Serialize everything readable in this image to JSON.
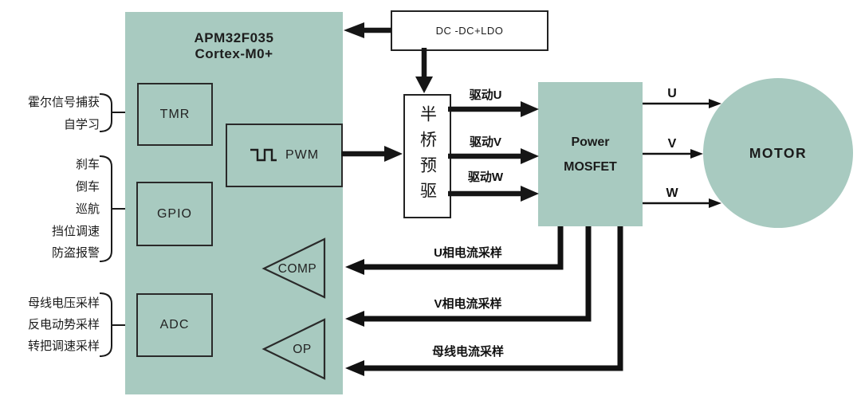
{
  "mcu": {
    "title_line1": "APM32F035",
    "title_line2": "Cortex-M0+",
    "blocks": {
      "tmr": "TMR",
      "gpio": "GPIO",
      "adc": "ADC",
      "pwm": "PWM",
      "comp": "COMP",
      "op": "OP"
    }
  },
  "power_supply": {
    "label": "DC -DC+LDO"
  },
  "predriver": {
    "label": "半桥预驱"
  },
  "mosfet": {
    "line1": "Power",
    "line2": "MOSFET"
  },
  "motor": {
    "label": "MOTOR"
  },
  "inputs": {
    "tmr_group": [
      "霍尔信号捕获",
      "自学习"
    ],
    "gpio_group": [
      "刹车",
      "倒车",
      "巡航",
      "挡位调速",
      "防盗报警"
    ],
    "adc_group": [
      "母线电压采样",
      "反电动势采样",
      "转把调速采样"
    ]
  },
  "drive_labels": [
    "驱动U",
    "驱动V",
    "驱动W"
  ],
  "phase_labels": [
    "U",
    "V",
    "W"
  ],
  "feedback_labels": [
    "U相电流采样",
    "V相电流采样",
    "母线电流采样"
  ],
  "colors": {
    "block_fill": "#a8cac0",
    "line": "#161616",
    "border": "#2a2a2a"
  }
}
